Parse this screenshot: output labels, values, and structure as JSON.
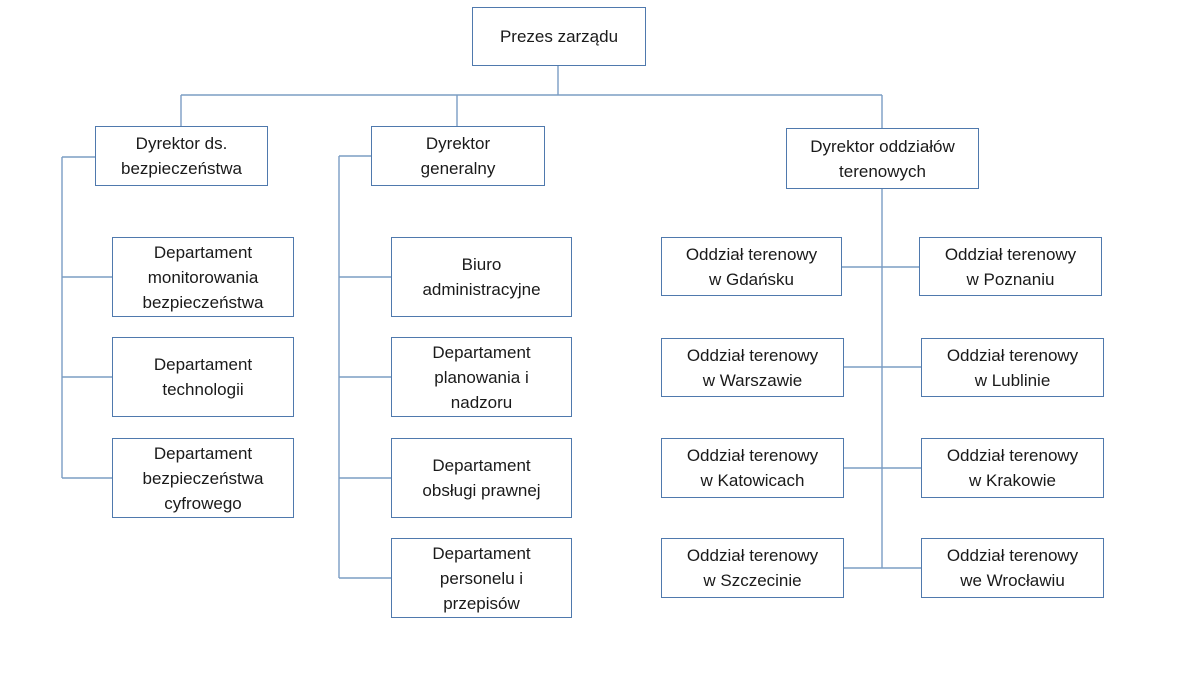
{
  "top": {
    "label": "Prezes zarządu"
  },
  "security_director": {
    "label": "Dyrektor ds.\nbezpieczeństwa",
    "departments": [
      "Departament\nmonitorowania\nbezpieczeństwa",
      "Departament\ntechnologii",
      "Departament\nbezpieczeństwa\ncyfrowego"
    ]
  },
  "general_director": {
    "label": "Dyrektor\ngeneralny",
    "departments": [
      "Biuro\nadministracyjne",
      "Departament\nplanowania i\nnadzoru",
      "Departament\nobsługi prawnej",
      "Departament\npersonelu i\nprzepisów"
    ]
  },
  "branch_director": {
    "label": "Dyrektor oddziałów\nterenowych",
    "left_branches": [
      "Oddział terenowy\nw Gdańsku",
      "Oddział terenowy\nw Warszawie",
      "Oddział terenowy\nw Katowicach",
      "Oddział terenowy\nw Szczecinie"
    ],
    "right_branches": [
      "Oddział terenowy\nw Poznaniu",
      "Oddział terenowy\nw Lublinie",
      "Oddział terenowy\nw Krakowie",
      "Oddział terenowy\nwe Wrocławiu"
    ]
  },
  "colors": {
    "box_border": "#4f79ad",
    "connector": "#7b9dc4",
    "text": "#1a1a1a",
    "background": "#ffffff"
  }
}
